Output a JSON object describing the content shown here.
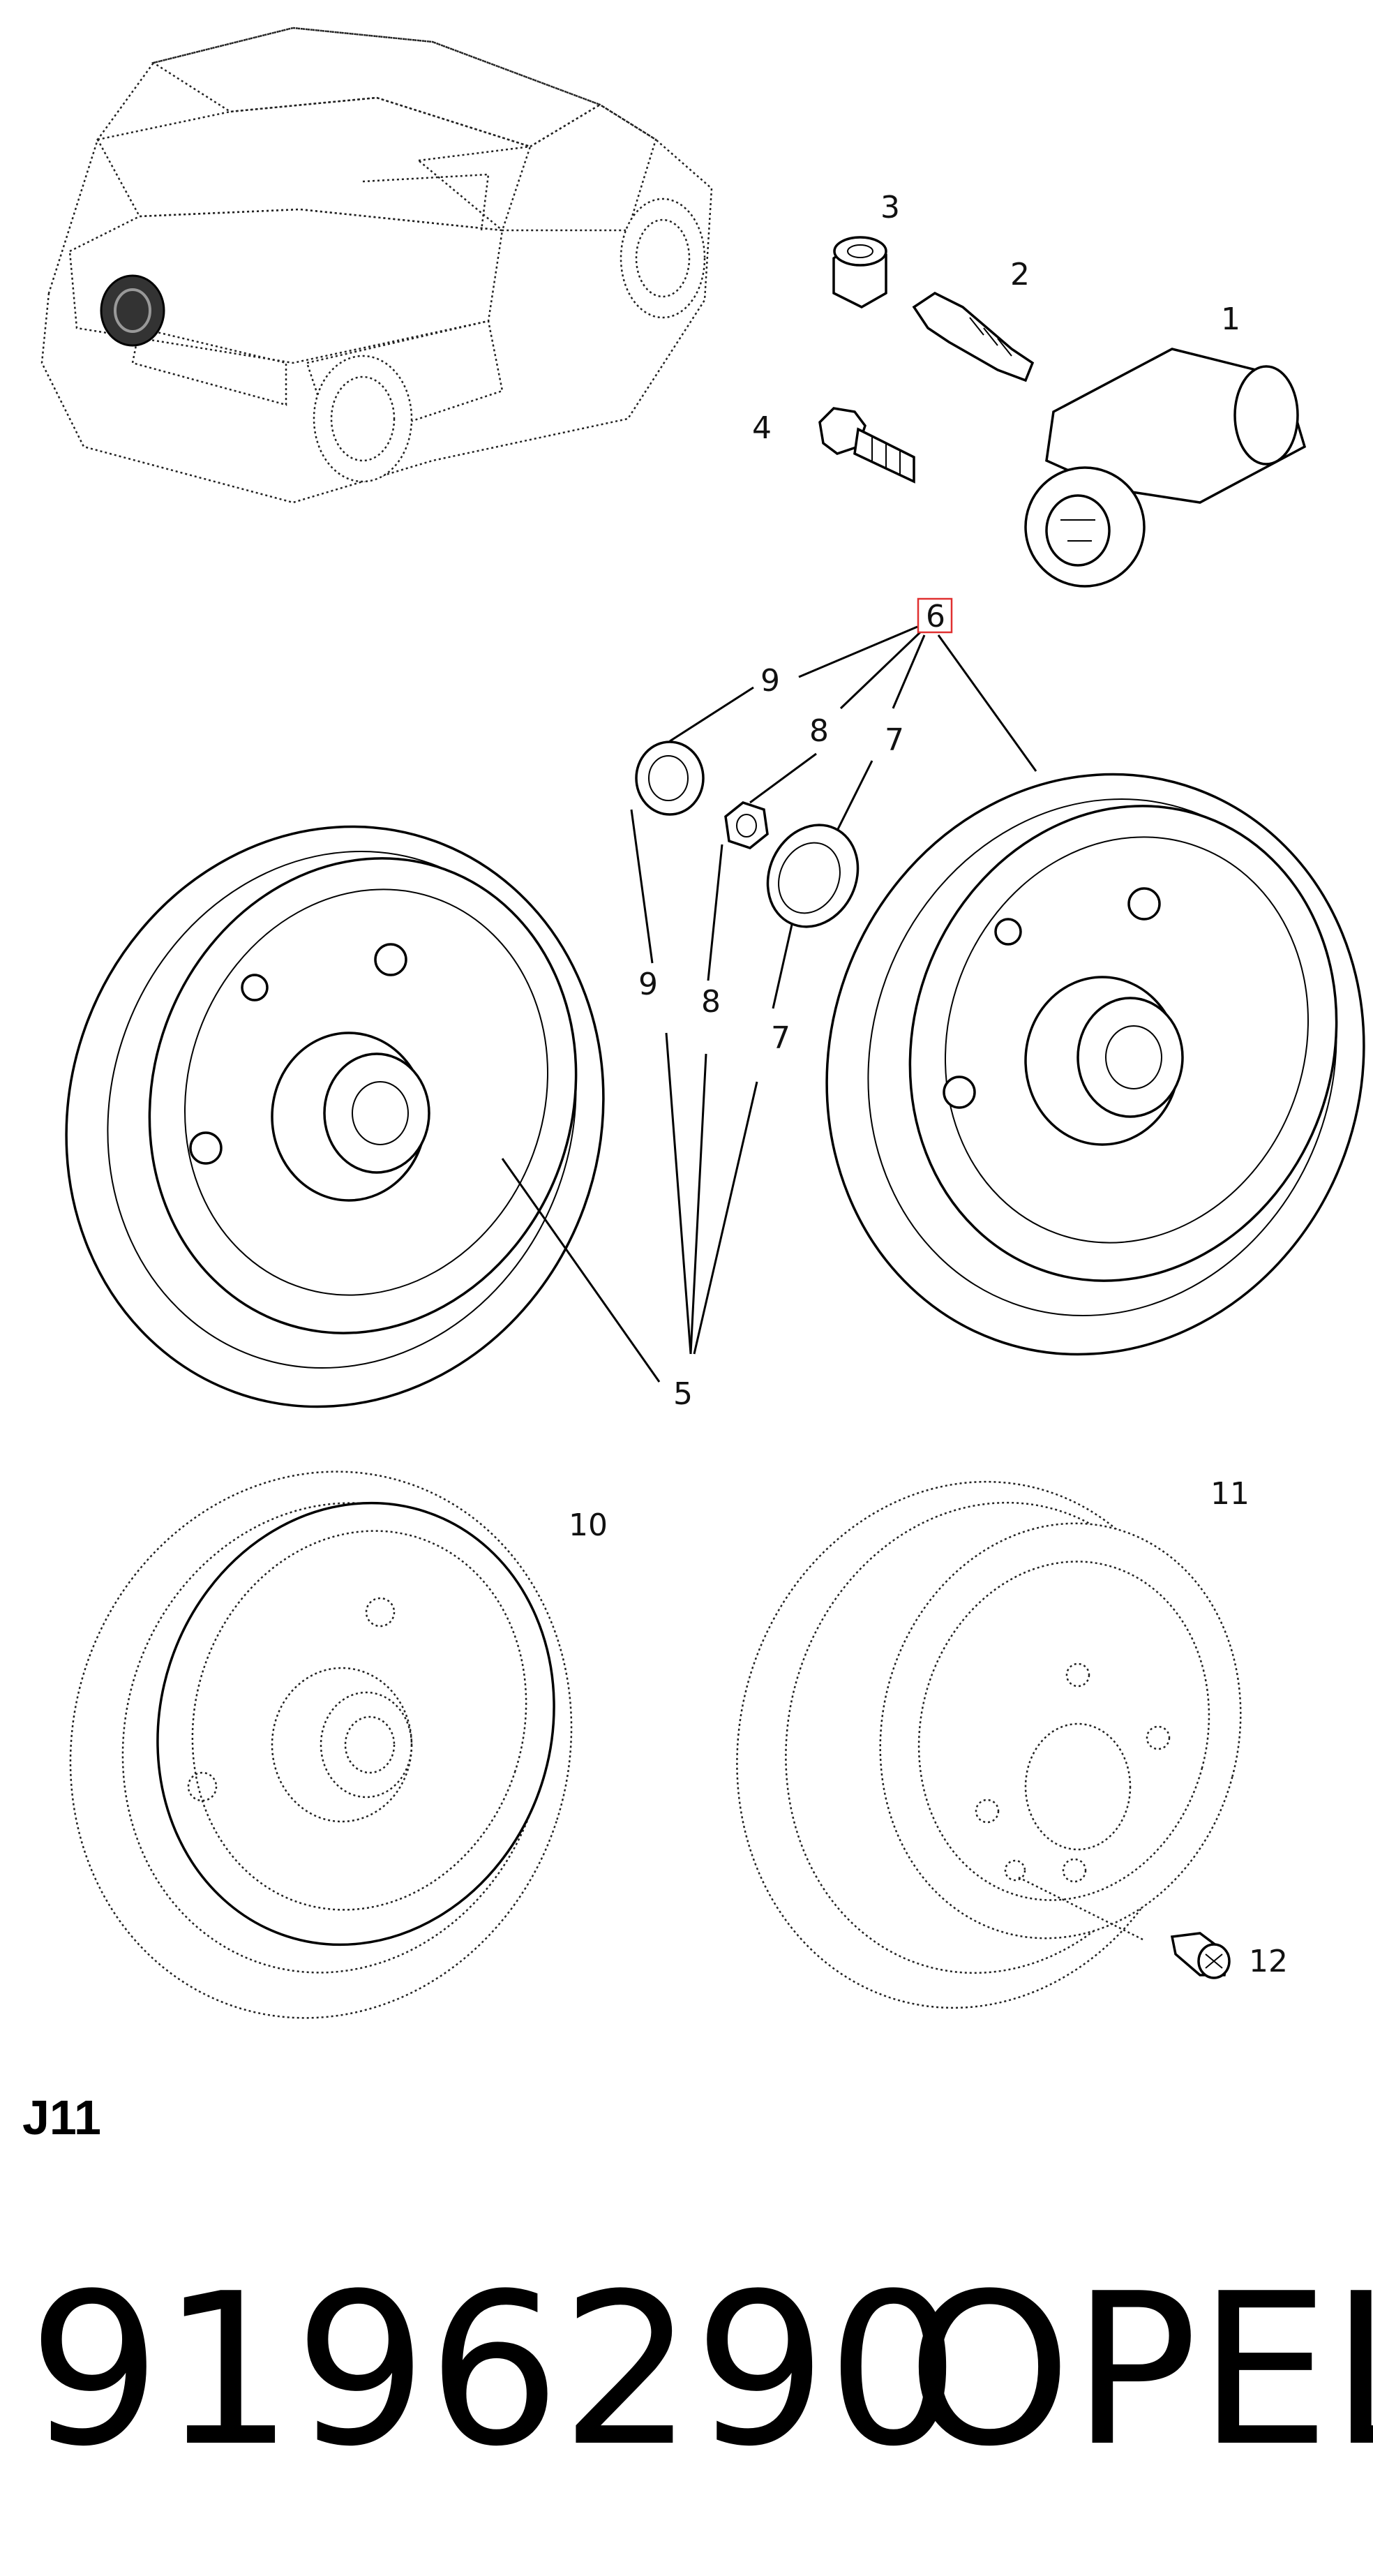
{
  "callouts": {
    "c1": "1",
    "c2": "2",
    "c3": "3",
    "c4": "4",
    "c5": "5",
    "c6": "6",
    "c7a": "7",
    "c7b": "7",
    "c8a": "8",
    "c8b": "8",
    "c9a": "9",
    "c9b": "9",
    "c10": "10",
    "c11": "11",
    "c12": "12"
  },
  "section_code": "J11",
  "part_number": "9196290",
  "brand": "OPEL",
  "colors": {
    "highlight_box": "#e03030",
    "ink": "#000000"
  }
}
